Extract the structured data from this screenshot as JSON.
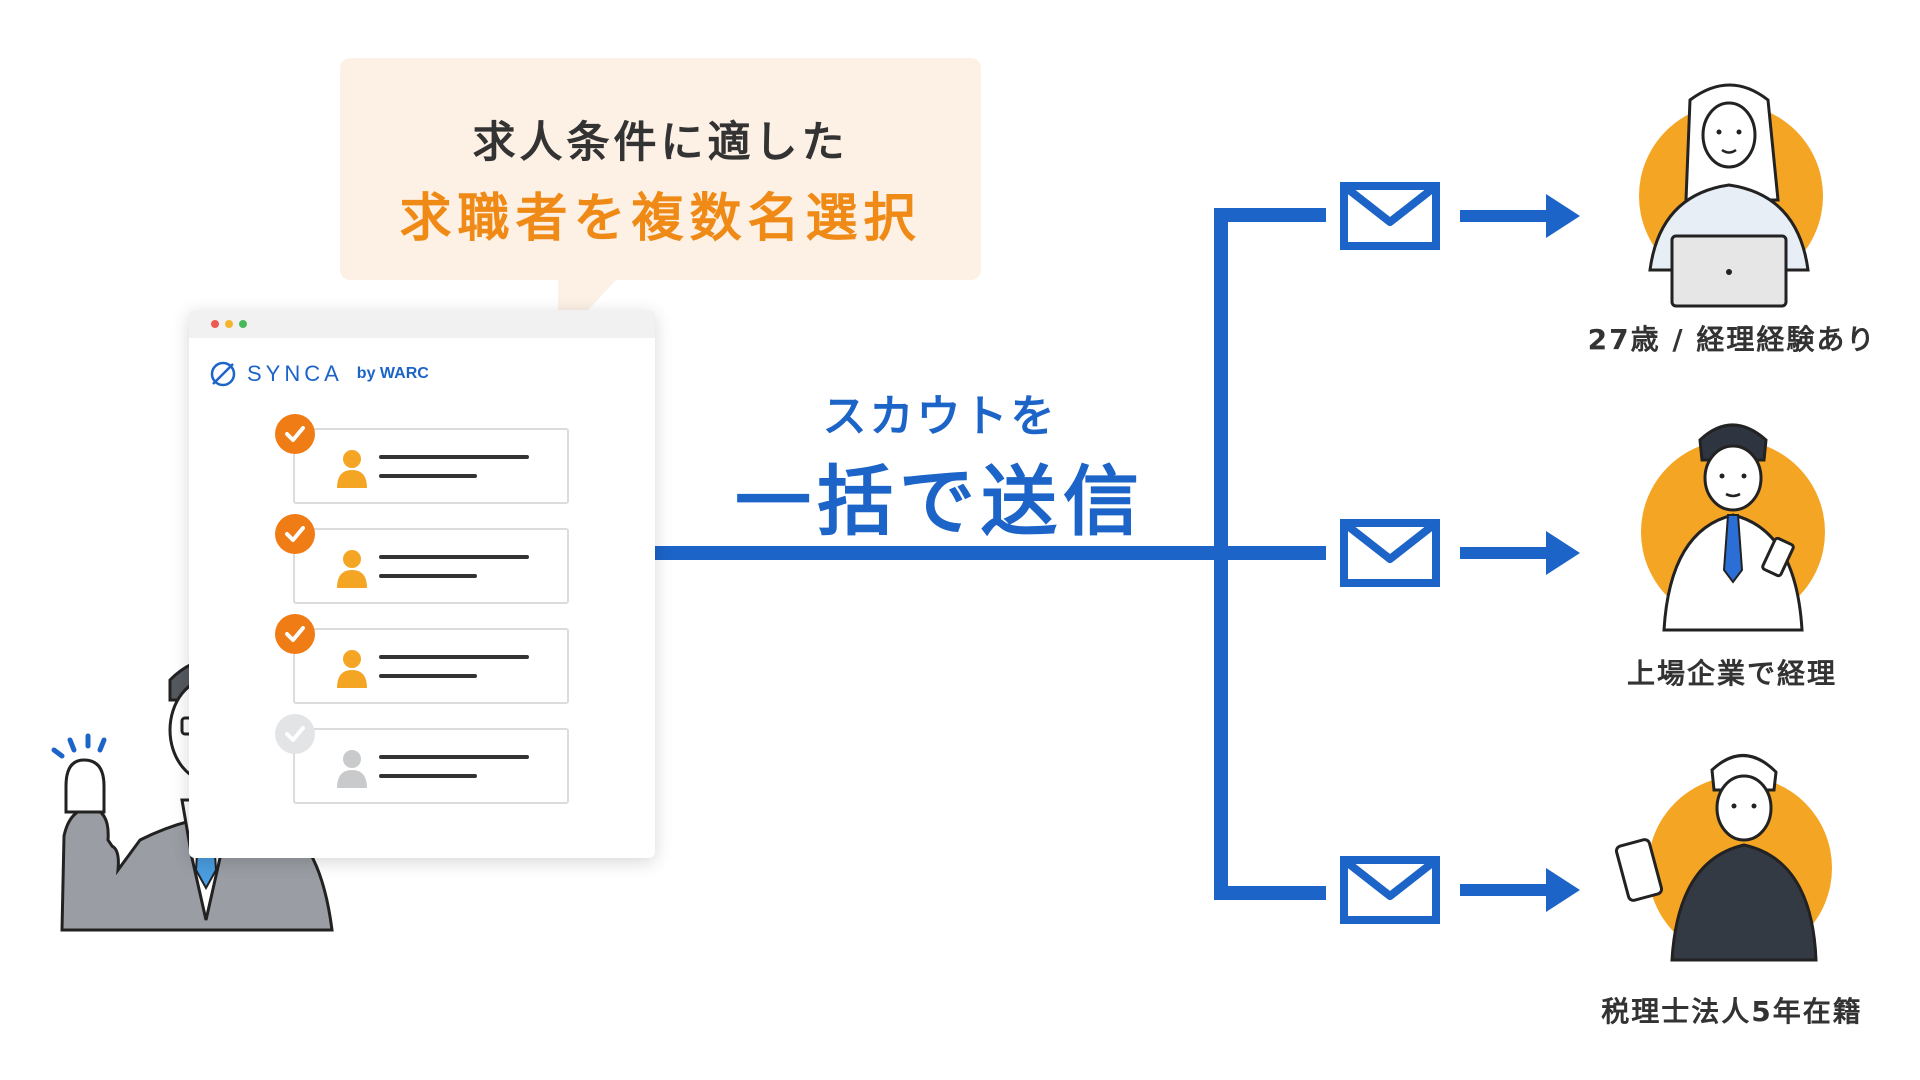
{
  "bubble": {
    "line1": "求人条件に適した",
    "line2": "求職者を複数名選択"
  },
  "window": {
    "brand": "SYNCA",
    "brand_sub": "by WARC",
    "candidates": [
      {
        "selected": true
      },
      {
        "selected": true
      },
      {
        "selected": true
      },
      {
        "selected": false
      }
    ]
  },
  "center": {
    "line1": "スカウトを",
    "line2": "一括で送信"
  },
  "recipients": [
    {
      "label": "27歳 / 経理経験あり"
    },
    {
      "label": "上場企業で経理"
    },
    {
      "label": "税理士法人5年在籍"
    }
  ],
  "colors": {
    "blue": "#1c64c8",
    "orange": "#f08a17",
    "check_orange": "#f07c16",
    "bubble_bg": "#fdf1e6",
    "text_dark": "#333333"
  }
}
